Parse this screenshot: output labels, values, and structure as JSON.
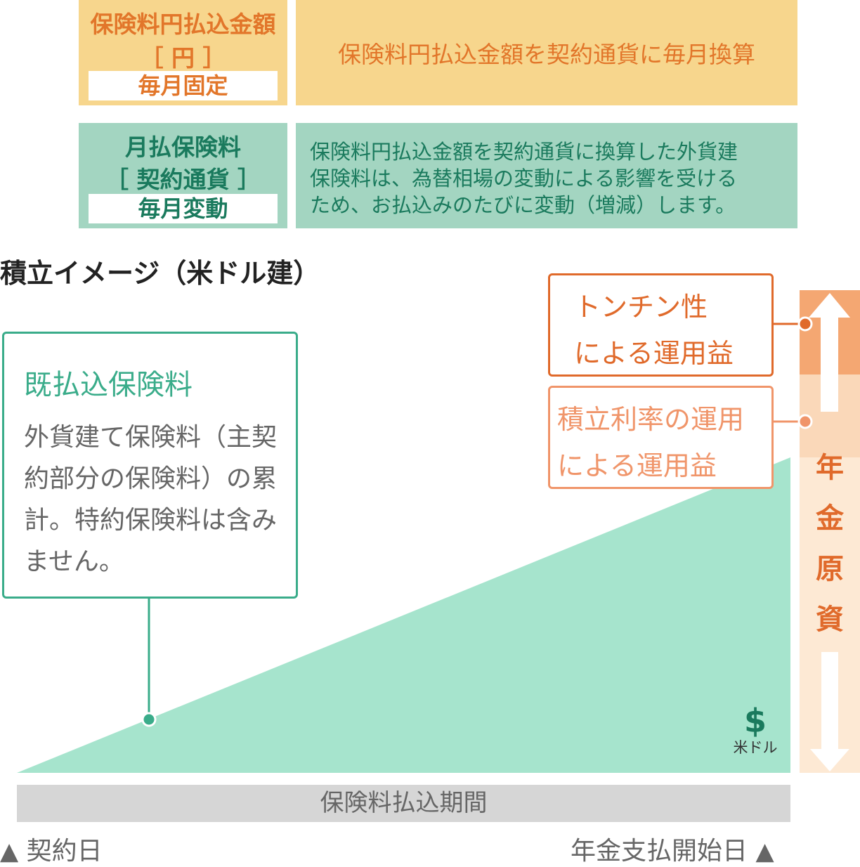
{
  "yen_row": {
    "label_line1": "保険料円払込金額",
    "label_line2": "［ 円 ］",
    "pill": "毎月固定",
    "description": "保険料円払込金額を契約通貨に毎月換算"
  },
  "fx_row": {
    "label_line1": "月払保険料",
    "label_line2": "［ 契約通貨 ］",
    "pill": "毎月変動",
    "description_lines": [
      "保険料円払込金額を契約通貨に換算した外貨建",
      "保険料は、為替相場の変動による影響を受ける",
      "ため、お払込みのたびに変動（増減）します。"
    ]
  },
  "section_title": "積立イメージ（米ドル建）",
  "callouts": {
    "premium": {
      "heading": "既払込保険料",
      "body": "外貨建て保険料（主契約部分の保険料）の累計。特約保険料は含みません。"
    },
    "tontine": {
      "line1": "トンチン性",
      "line2": "による運用益"
    },
    "rate": {
      "line1": "積立利率の運用",
      "line2": "による運用益"
    }
  },
  "annuity_source": [
    "年",
    "金",
    "原",
    "資"
  ],
  "currency": {
    "symbol": "$",
    "label": "米ドル"
  },
  "period_bar": "保険料払込期間",
  "timeline": {
    "start_marker": "▲",
    "start": "契約日",
    "end": "年金支払開始日",
    "end_marker": "▲"
  },
  "colors": {
    "yen_bg": "#f7d68d",
    "yen_text": "#e2762a",
    "fx_bg": "#a3d5c1",
    "fx_text": "#1a7a5d",
    "premium_area": "#a6e4cd",
    "premium_accent": "#3aac8a",
    "tontine_accent": "#e06a2b",
    "rate_accent": "#f0956a",
    "annuity_top": "#f4a772",
    "annuity_mid": "#fad8b9",
    "annuity_low": "#fde9d4",
    "period_bar": "#d6d6d6"
  }
}
